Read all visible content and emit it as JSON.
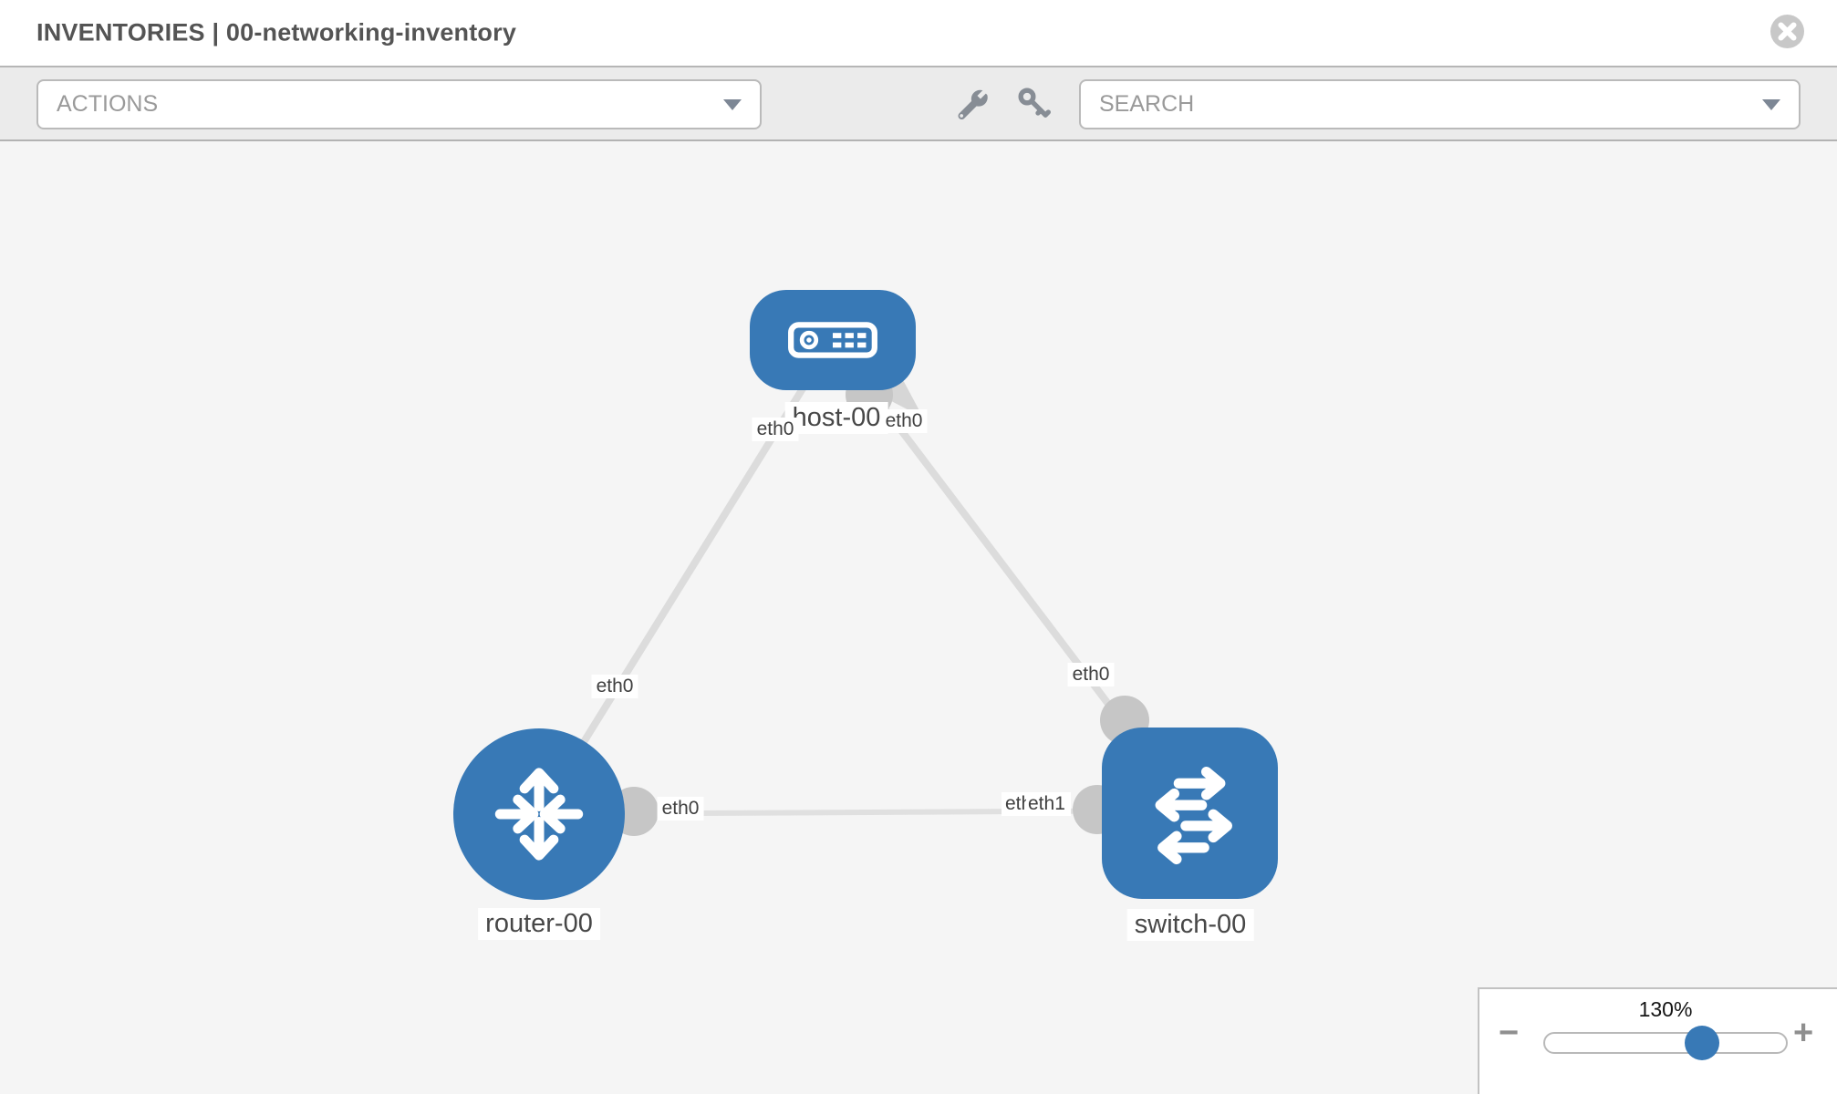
{
  "header": {
    "title": "INVENTORIES | 00-networking-inventory"
  },
  "toolbar": {
    "actions_label": "ACTIONS",
    "search_label": "SEARCH"
  },
  "icons": {
    "close": "circle-x",
    "actions_caret": "triangle-down",
    "search_caret": "triangle-down",
    "tools": [
      "wrench",
      "key"
    ],
    "zoom_out": "minus",
    "zoom_in": "plus"
  },
  "diagram": {
    "nodes": [
      {
        "id": "host-00",
        "label": "host-00",
        "type": "host",
        "shape": "rounded-rect",
        "icon": "server-icon"
      },
      {
        "id": "router-00",
        "label": "router-00",
        "type": "router",
        "shape": "circle",
        "icon": "router-arrows-icon"
      },
      {
        "id": "switch-00",
        "label": "switch-00",
        "type": "switch",
        "shape": "rounded-square",
        "icon": "switch-arrows-icon"
      }
    ],
    "links": [
      {
        "source": "host-00",
        "target": "router-00",
        "source_interface": "eth0",
        "target_interface": "eth0"
      },
      {
        "source": "host-00",
        "target": "switch-00",
        "source_interface": "eth0",
        "target_interface": "eth0"
      },
      {
        "source": "router-00",
        "target": "switch-00",
        "source_interface": "eth0",
        "target_interface": "eth1"
      }
    ],
    "overlapped_label_back": "eth0"
  },
  "zoom": {
    "level_label": "130%",
    "percent": 130,
    "minus_label": "−",
    "plus_label": "+"
  },
  "colors": {
    "node_fill": "#3879b6",
    "link_stroke": "#dcdcdc",
    "connector_fill": "#c6c6c6",
    "canvas_bg": "#f5f5f5",
    "toolbar_bg": "#ebebeb",
    "accent": "#3879b6"
  }
}
